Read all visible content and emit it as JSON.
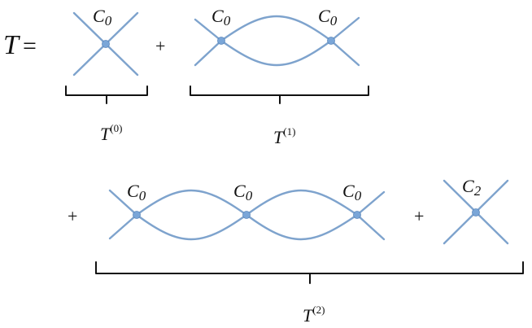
{
  "equation": {
    "lhs_symbol": "T",
    "equals": "=",
    "plus": "+"
  },
  "vertex_labels": {
    "base": "C",
    "subscript_zero": "0",
    "subscript_two": "2"
  },
  "term_labels": {
    "symbol": "T",
    "order0": "(0)",
    "order1": "(1)",
    "order2": "(2)"
  },
  "colors": {
    "line": "#7ea3cd",
    "vertex": "#7aa6d8",
    "brace": "#111111",
    "text": "#111111"
  }
}
